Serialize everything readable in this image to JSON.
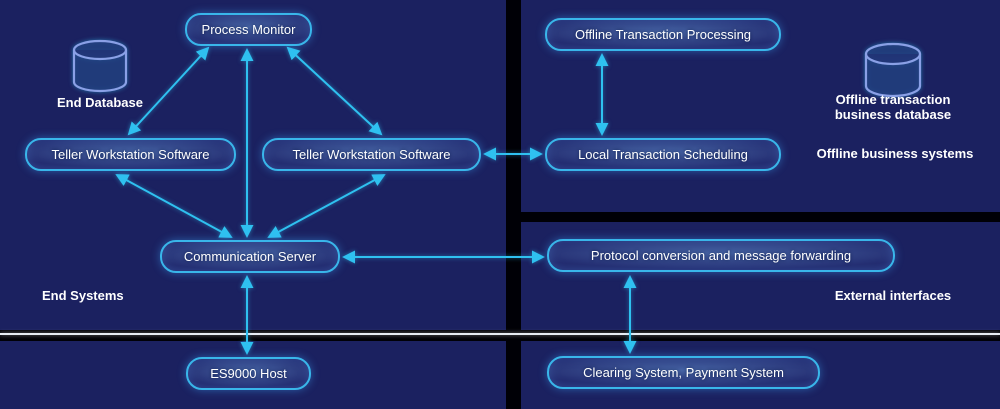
{
  "colors": {
    "accent": "#2fc1f0",
    "panel": "#1b2160",
    "background": "#000006",
    "divider": "#e8edf4",
    "node_border": "#39b6ea",
    "cylinder_outline": "#8aa0e6"
  },
  "sections": {
    "end_systems": "End Systems",
    "offline_business_systems": "Offline business systems",
    "external_interfaces": "External interfaces"
  },
  "nodes": {
    "process_monitor": "Process Monitor",
    "teller_workstation_left": "Teller Workstation Software",
    "teller_workstation_right": "Teller Workstation Software",
    "communication_server": "Communication Server",
    "es9000_host": "ES9000 Host",
    "offline_transaction_processing": "Offline Transaction Processing",
    "local_transaction_scheduling": "Local Transaction Scheduling",
    "protocol_conversion": "Protocol conversion and message forwarding",
    "clearing_payment_system": "Clearing System, Payment System"
  },
  "labels": {
    "end_database": "End Database",
    "offline_db_line1": "Offline transaction",
    "offline_db_line2": "business database"
  },
  "icons": {
    "database_left": "database-cylinder",
    "database_right": "database-cylinder"
  }
}
